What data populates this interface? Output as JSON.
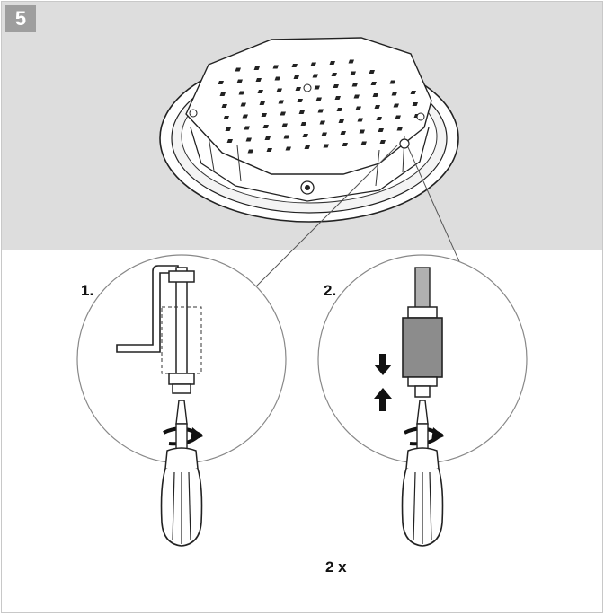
{
  "step": {
    "number": "5"
  },
  "details": [
    {
      "label": "1."
    },
    {
      "label": "2."
    }
  ],
  "quantity": {
    "text": "2 x"
  },
  "colors": {
    "band": "#dddddd",
    "badge": "#9e9e9e",
    "line": "#222222"
  },
  "icons": [
    "luminaire-panel-icon",
    "allen-key-icon",
    "screwdriver-icon",
    "rotate-arrow-icon",
    "arrow-down-icon",
    "arrow-up-icon"
  ]
}
